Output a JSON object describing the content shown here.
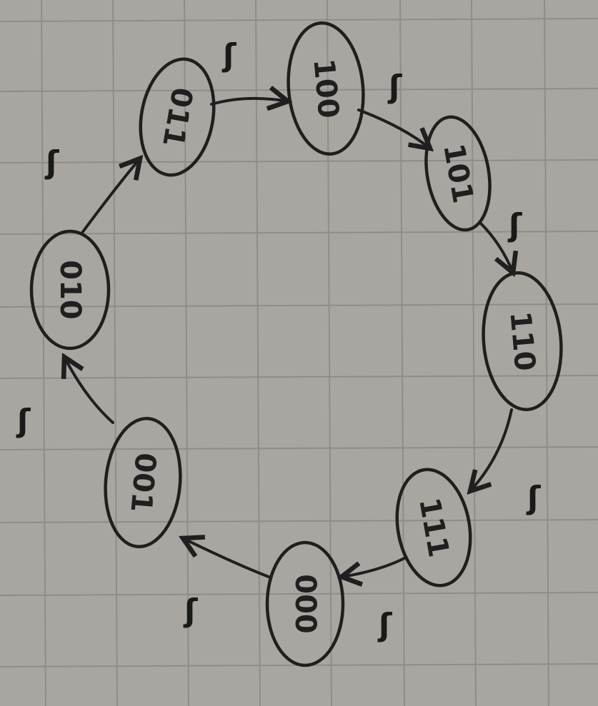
{
  "diagram": {
    "paper_color": "#a9a6a1",
    "grid_color": "#8f8d89",
    "ink_color": "#1f1f1f",
    "states": [
      {
        "id": "s011",
        "label": "011"
      },
      {
        "id": "s100",
        "label": "100"
      },
      {
        "id": "s101",
        "label": "101"
      },
      {
        "id": "s110",
        "label": "110"
      },
      {
        "id": "s111",
        "label": "111"
      },
      {
        "id": "s000",
        "label": "000"
      },
      {
        "id": "s001",
        "label": "001"
      },
      {
        "id": "s010",
        "label": "010"
      }
    ],
    "transitions": [
      {
        "from": "s011",
        "to": "s100",
        "label": "ʃ"
      },
      {
        "from": "s100",
        "to": "s101",
        "label": "ʃ"
      },
      {
        "from": "s101",
        "to": "s110",
        "label": "ʃ"
      },
      {
        "from": "s110",
        "to": "s111",
        "label": "ʃ"
      },
      {
        "from": "s111",
        "to": "s000",
        "label": "ʃ"
      },
      {
        "from": "s000",
        "to": "s001",
        "label": "ʃ"
      },
      {
        "from": "s001",
        "to": "s010",
        "label": "ʃ"
      },
      {
        "from": "s010",
        "to": "s011",
        "label": "ʃ"
      }
    ]
  }
}
